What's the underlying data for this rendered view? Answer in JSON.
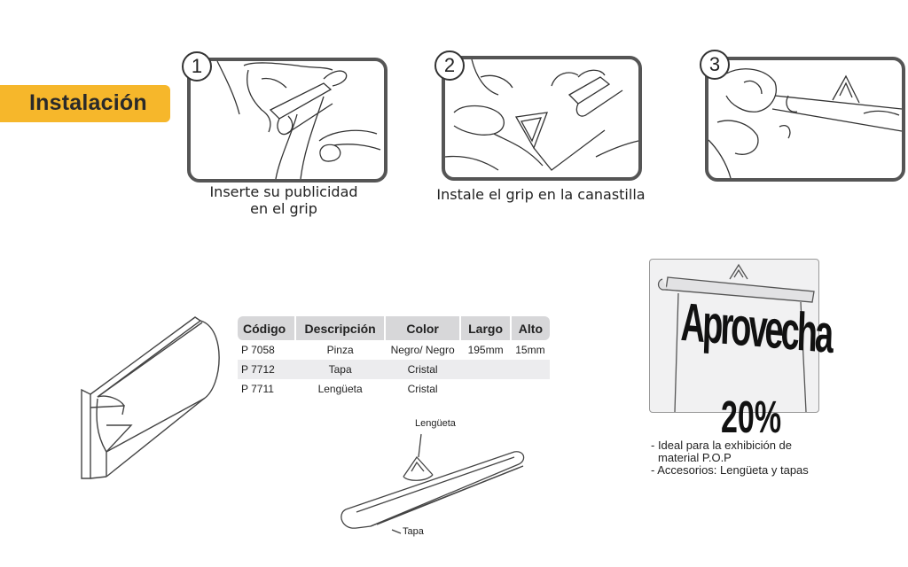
{
  "section": {
    "title": "Instalación"
  },
  "steps": [
    {
      "number": "1",
      "caption_line1": "Inserte su publicidad",
      "caption_line2": "en el grip"
    },
    {
      "number": "2",
      "caption_line1": "Instale el grip en la canastilla",
      "caption_line2": ""
    },
    {
      "number": "3",
      "caption_line1": "",
      "caption_line2": ""
    }
  ],
  "table": {
    "headers": [
      "Código",
      "Descripción",
      "Color",
      "Largo",
      "Alto"
    ],
    "rows": [
      [
        "P 7058",
        "Pinza",
        "Negro/ Negro",
        "195mm",
        "15mm"
      ],
      [
        "P 7712",
        "Tapa",
        "Cristal",
        "",
        ""
      ],
      [
        "P 7711",
        "Lengüeta",
        "Cristal",
        "",
        ""
      ]
    ]
  },
  "diagram": {
    "label_tab": "Lengüeta",
    "label_cap": "Tapa"
  },
  "poster": {
    "headline": "Aprovecha",
    "partial": "20%"
  },
  "notes": {
    "line1": "- Ideal para la exhibición de",
    "line2": "material P.O.P",
    "line3": "- Accesorios: Lengüeta y tapas"
  },
  "colors": {
    "accent": "#f6b72b",
    "frame": "#555555",
    "table_header": "#d7d7d9"
  }
}
